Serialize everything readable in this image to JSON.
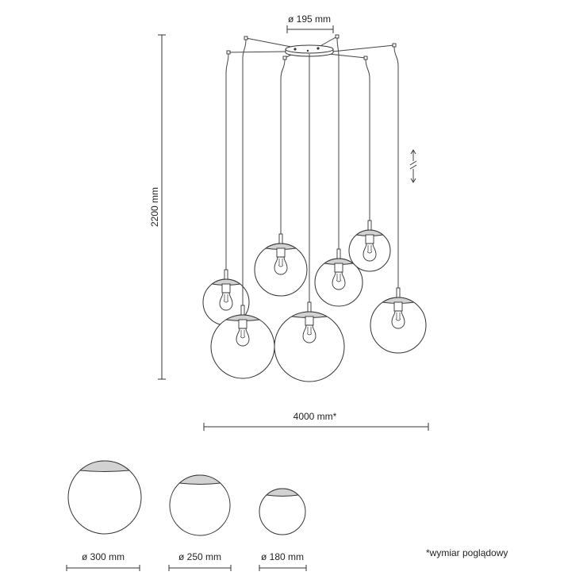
{
  "diagram": {
    "canopy_diameter": "ø 195 mm",
    "height": "2200 mm",
    "span": "4000 mm*"
  },
  "shades": [
    {
      "diameter": "ø 300 mm"
    },
    {
      "diameter": "ø 250 mm"
    },
    {
      "diameter": "ø 180 mm"
    }
  ],
  "footnote": "*wymiar poglądowy",
  "icons": {
    "height_adjust": "adjustable-height-icon"
  },
  "colors": {
    "line": "#333333",
    "cap_fill": "#d2d2d2",
    "background": "#ffffff"
  }
}
